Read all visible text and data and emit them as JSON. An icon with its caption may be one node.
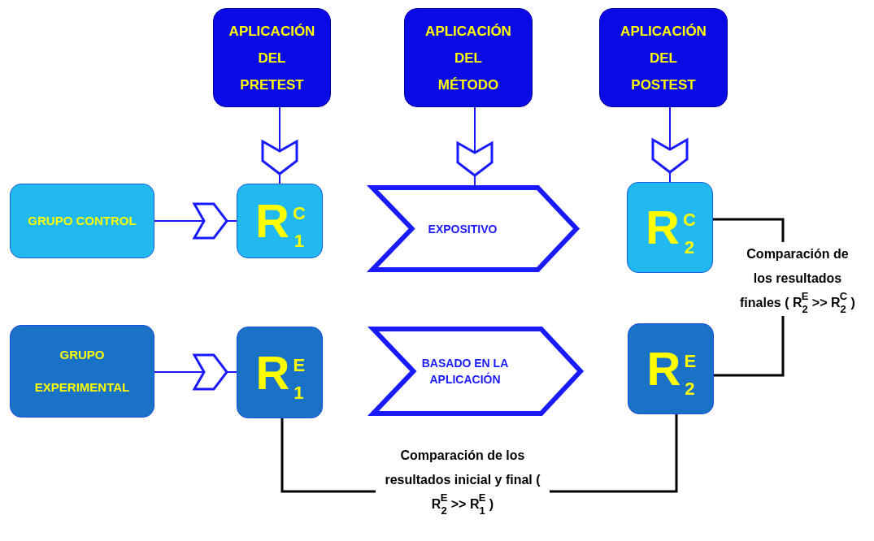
{
  "diagram": {
    "nodes": [
      {
        "text": [
          "APLICACIÓN DEL PRETEST"
        ]
      },
      {
        "text": [
          "APLICACIÓN DEL MÉTODO"
        ]
      },
      {
        "text": [
          "APLICACIÓN DEL POSTEST"
        ]
      },
      {
        "text": [
          "GRUPO CONTROL"
        ]
      },
      {
        "text": [
          "R$^{C}$$_{1}$"
        ]
      },
      {
        "text": [
          "EXPOSITIVO"
        ]
      },
      {
        "text": [
          "R$^{C}$$_{2}$"
        ]
      },
      {
        "text": [
          "GRUPO EXPERIMENTAL"
        ]
      },
      {
        "text": [
          "R$^{E}$$_{1}$"
        ]
      },
      {
        "text": [
          "BASADO EN LA APLICACIÓN"
        ]
      },
      {
        "text": [
          "R$^{E}$$_{2}$"
        ]
      }
    ],
    "edges": [
      {
        "from": 0,
        "to": 4,
        "arrow": "to"
      },
      {
        "from": 1,
        "to": 5,
        "arrow": "to"
      },
      {
        "from": 2,
        "to": 6,
        "arrow": "to"
      },
      {
        "from": 3,
        "to": 4,
        "arrow": "to"
      },
      {
        "from": 7,
        "to": 8,
        "arrow": "to"
      },
      {
        "from": 6,
        "to": 10,
        "arrow": "none",
        "color": "#000000",
        "label": "Comparación de los resultados finales ( R$_{2}$$^{E}$ >> R$_{2}$$^{C}$ )"
      },
      {
        "from": 8,
        "to": 10,
        "arrow": "none",
        "color": "#000000",
        "label": "Comparación de los resultados inicial y final ( R$_{2}$$^{E}$ >> R$_{1}$$^{E}$ )"
      }
    ]
  }
}
